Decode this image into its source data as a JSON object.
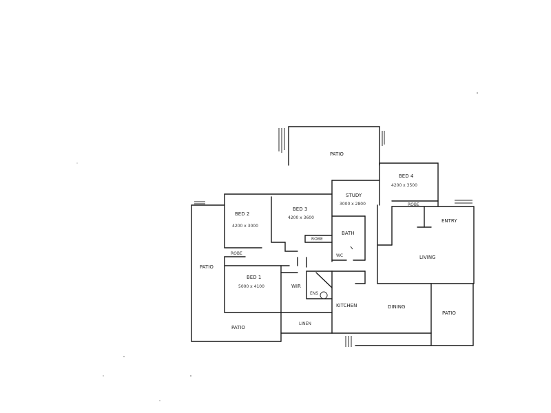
{
  "rooms": {
    "patio_top": "PATIO",
    "bed4": "BED 4",
    "bed4_dim": "4200 x 3500",
    "study": "STUDY",
    "study_dim": "3000 x 2800",
    "bed2": "BED 2",
    "bed2_dim": "4200 x 3000",
    "bed3": "BED 3",
    "bed3_dim": "4200 x 3600",
    "robe_bed4": "ROBE",
    "robe_bed3": "ROBE",
    "robe_bed2": "ROBE",
    "bath": "BATH",
    "wc": "WC",
    "entry": "ENTRY",
    "living": "LIVING",
    "patio_left": "PATIO",
    "bed1": "BED 1",
    "bed1_dim": "5000 x 4100",
    "wir": "WIR",
    "ens": "ENS",
    "kitchen": "KITCHEN",
    "dining": "DINING",
    "patio_right": "PATIO",
    "patio_bottom": "PATIO",
    "linen": "LINEN"
  }
}
